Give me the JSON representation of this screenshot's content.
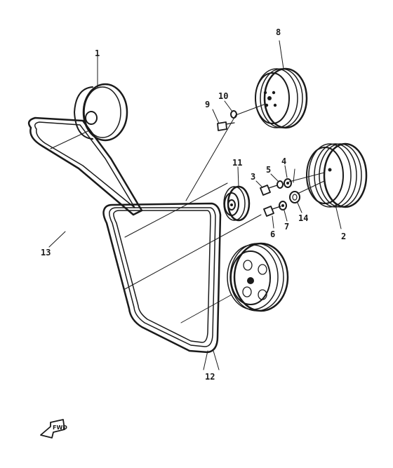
{
  "diagram": {
    "callouts": [
      {
        "id": "1",
        "text": "1"
      },
      {
        "id": "2",
        "text": "2"
      },
      {
        "id": "3",
        "text": "3"
      },
      {
        "id": "4",
        "text": "4"
      },
      {
        "id": "5",
        "text": "5"
      },
      {
        "id": "6",
        "text": "6"
      },
      {
        "id": "7",
        "text": "7"
      },
      {
        "id": "8",
        "text": "8"
      },
      {
        "id": "9",
        "text": "9"
      },
      {
        "id": "10",
        "text": "10"
      },
      {
        "id": "11",
        "text": "11"
      },
      {
        "id": "12",
        "text": "12"
      },
      {
        "id": "13",
        "text": "13"
      },
      {
        "id": "14",
        "text": "14"
      }
    ],
    "fwd_marker": "FWD"
  }
}
